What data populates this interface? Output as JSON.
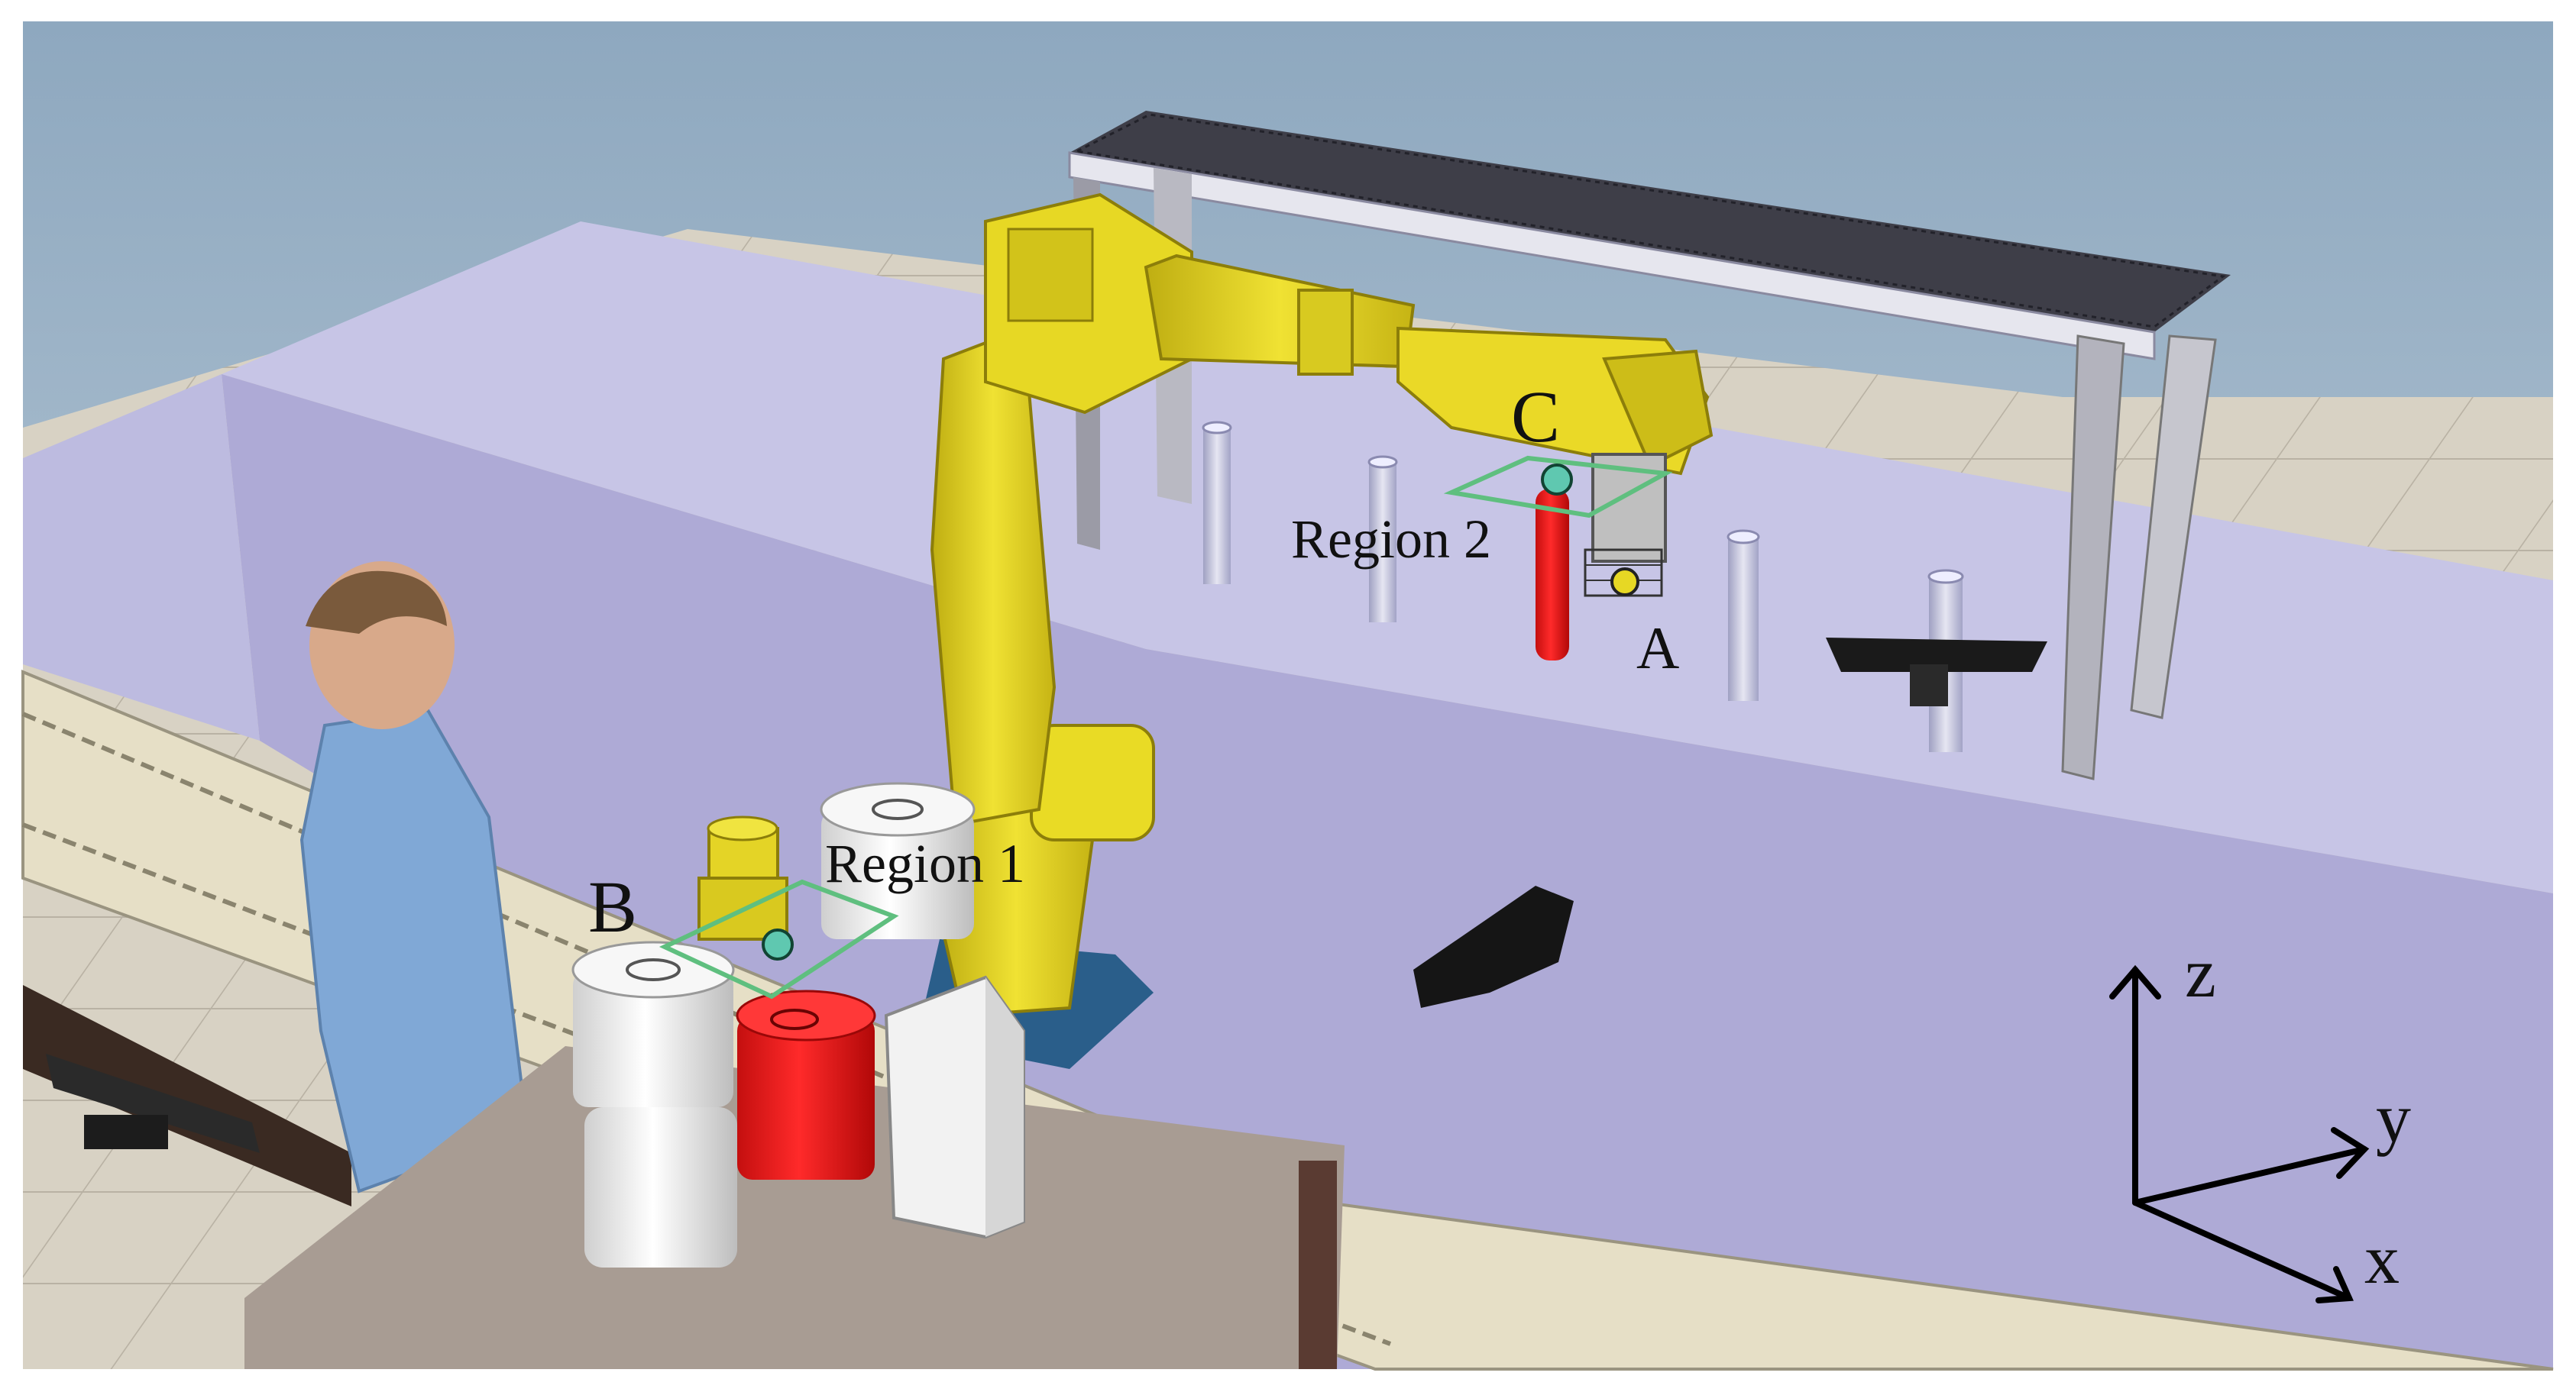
{
  "scene": {
    "point_labels": {
      "a": "A",
      "b": "B",
      "c": "C"
    },
    "region_labels": {
      "region1": "Region 1",
      "region2": "Region 2"
    },
    "axes": {
      "z": "z",
      "y": "y",
      "x": "x"
    },
    "colors": {
      "robot": "#e3d31c",
      "robot_shadow": "#a99a10",
      "sky": "#9fb6c8",
      "table_side": "#b7b5dc",
      "table_top": "#c6c4e6",
      "floor": "#d9d3c6",
      "red_part": "#e81a1a",
      "white_part": "#f2f2f2",
      "region_marker": "#5fbf7f",
      "target_point": "#5fc8b0",
      "human_shirt": "#7fa9d9",
      "workbench_top": "#a89c93"
    }
  }
}
